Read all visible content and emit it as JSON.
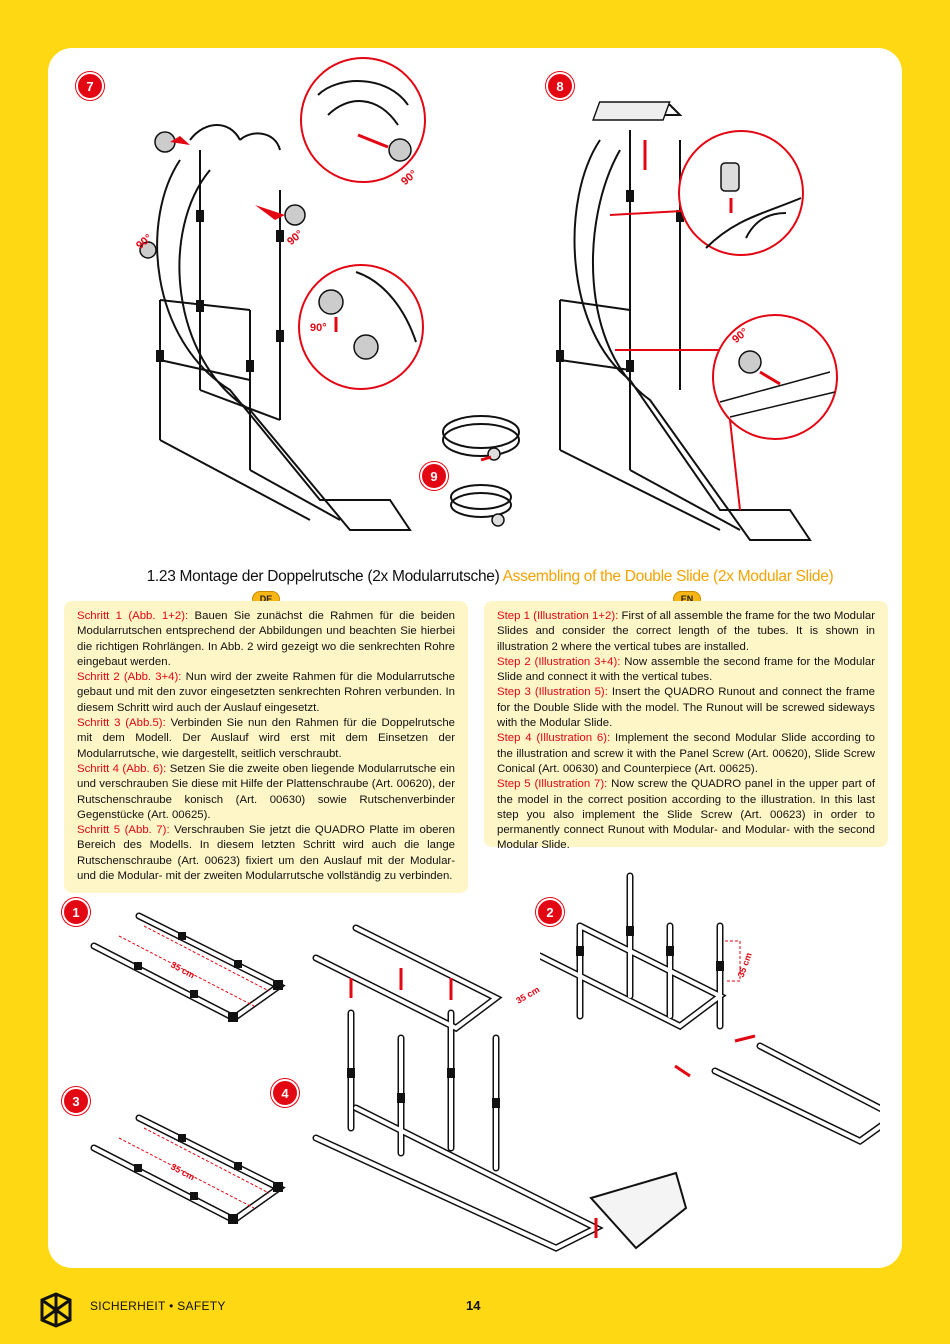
{
  "illustration_numbers": [
    "7",
    "8",
    "9",
    "1",
    "2",
    "3",
    "4"
  ],
  "angles": {
    "deg": "90°"
  },
  "measure": {
    "cm": "35 cm"
  },
  "heading": {
    "de": "1.23 Montage der Doppelrutsche (2x Modularrutsche)",
    "en": "Assembling of the Double Slide (2x Modular Slide)"
  },
  "badges": {
    "de": "DE",
    "en": "EN"
  },
  "de_steps": [
    {
      "label": "Schritt 1 (Abb. 1+2):",
      "text": " Bauen Sie zunächst die Rahmen für die beiden Modularrutschen entsprechend der Abbildungen und beachten Sie hierbei die richtigen Rohrlängen. In Abb. 2 wird gezeigt wo die senkrechten Rohre eingebaut werden."
    },
    {
      "label": "Schritt 2 (Abb. 3+4):",
      "text": " Nun wird der zweite Rahmen für die Modularrutsche gebaut und mit den zuvor eingesetzten senkrechten Rohren verbunden. In diesem Schritt wird auch der Auslauf eingesetzt."
    },
    {
      "label": "Schritt 3 (Abb.5):",
      "text": " Verbinden Sie nun den Rahmen für die Doppelrutsche mit dem Modell. Der Auslauf wird erst mit dem Einsetzen der Modularrutsche, wie dargestellt, seitlich verschraubt."
    },
    {
      "label": "Schritt 4 (Abb. 6):",
      "text": " Setzen Sie die zweite oben liegende Modularrutsche ein und verschrauben Sie diese mit Hilfe der Plattenschraube (Art. 00620), der Rutschenschraube konisch (Art. 00630) sowie Rutschenverbinder Gegenstücke (Art. 00625)."
    },
    {
      "label": "Schritt 5 (Abb. 7):",
      "text": " Verschrauben Sie jetzt die QUADRO Platte im oberen Bereich des Modells. In diesem letzten Schritt wird auch die lange Rutschenschraube (Art. 00623) fixiert um den Auslauf mit der Modular- und die Modular- mit der zweiten Modularrutsche vollständig zu verbinden."
    }
  ],
  "en_steps": [
    {
      "label": "Step 1 (Illustration 1+2):",
      "text": " First of all assemble the frame for the two Modular Slides and consider the correct length of the tubes. It is shown in illustration 2 where the vertical tubes are installed."
    },
    {
      "label": "Step 2 (Illustration 3+4):",
      "text": " Now assemble the second frame for the Modular Slide and connect it with the vertical tubes."
    },
    {
      "label": "Step 3 (Illustration 5):",
      "text": " Insert the QUADRO Runout and connect the frame for the Double Slide with the model. The Runout will be screwed sideways with the Modular Slide."
    },
    {
      "label": "Step 4 (Illustration 6):",
      "text": " Implement the second Modular Slide according to the illustration and screw it with the Panel Screw (Art. 00620), Slide Screw Conical (Art. 00630) and Counterpiece (Art. 00625)."
    },
    {
      "label": "Step 5 (Illustration 7):",
      "text": " Now screw the QUADRO panel in the upper part of the model in the correct position according to the illustration. In this last step you also implement the Slide Screw (Art. 00623) in order to permanently connect Runout with Modular- and Modular- with the second Modular Slide."
    }
  ],
  "footer": {
    "section": "SICHERHEIT • SAFETY",
    "page": "14"
  },
  "colors": {
    "background": "#ffd814",
    "accent_red": "#e30613",
    "accent_orange": "#f4a300",
    "box": "#fff6c8"
  }
}
